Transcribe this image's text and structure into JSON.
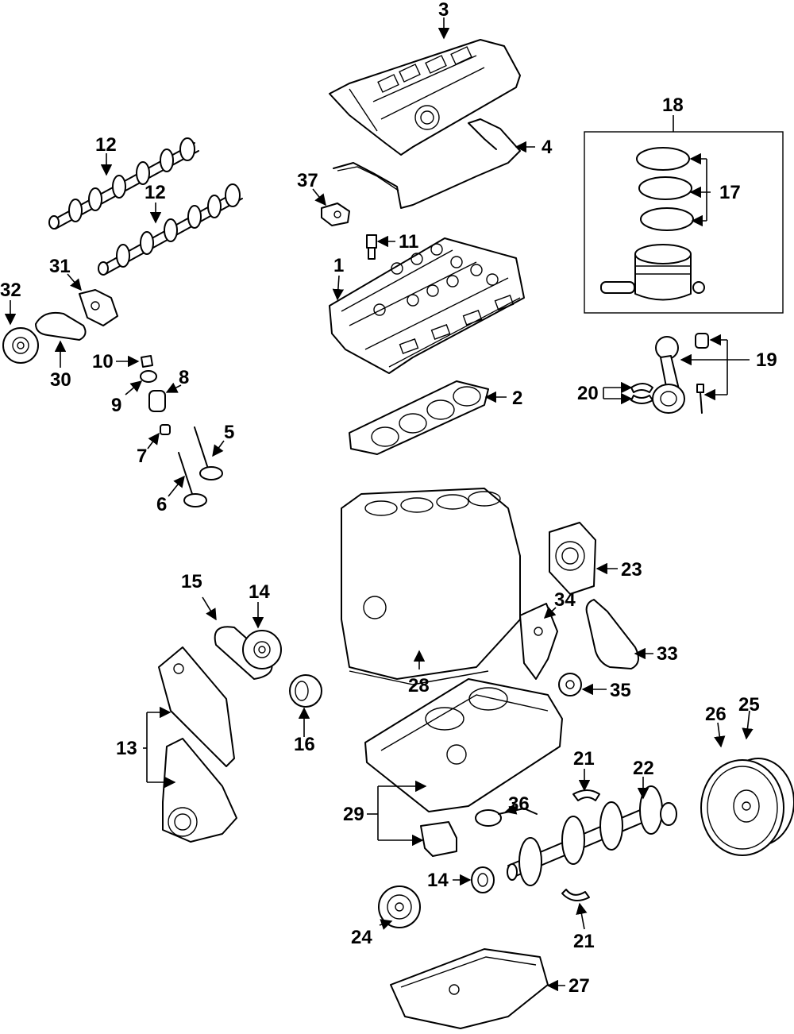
{
  "callouts": {
    "c1": "1",
    "c2": "2",
    "c3": "3",
    "c4": "4",
    "c5": "5",
    "c6": "6",
    "c7": "7",
    "c8": "8",
    "c9": "9",
    "c10": "10",
    "c11": "11",
    "c12a": "12",
    "c12b": "12",
    "c13": "13",
    "c14a": "14",
    "c14b": "14",
    "c15": "15",
    "c16": "16",
    "c17": "17",
    "c18": "18",
    "c19": "19",
    "c20": "20",
    "c21a": "21",
    "c21b": "21",
    "c22": "22",
    "c23": "23",
    "c24": "24",
    "c25": "25",
    "c26": "26",
    "c27": "27",
    "c28": "28",
    "c29": "29",
    "c30": "30",
    "c31": "31",
    "c32": "32",
    "c33": "33",
    "c34": "34",
    "c35": "35",
    "c36": "36",
    "c37": "37"
  }
}
